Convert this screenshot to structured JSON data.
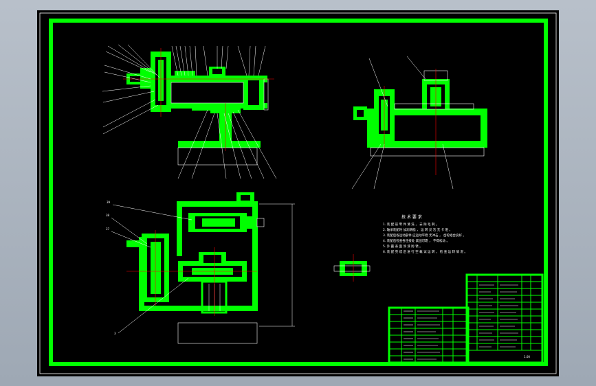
{
  "drawing": {
    "part_labels": [
      "39",
      "38",
      "37",
      "3"
    ],
    "notes_title": "技 术 要 求",
    "notes": [
      "1. 装 配 前 零 件 清 洗 ，  去 除 毛 刺 。",
      "2. 轴承装配时 加润滑脂 ，  运 转 灵 活 无 卡 阻 。",
      "3. 装配后各运动部件 应运动平稳 无冲击 ，  齿轮啮合良好 。",
      "4. 装配后检查各连接处 紧固可靠 ，  不得松动 。",
      "5. 外 露 表 面 涂 漆 防 锈 。",
      "6. 装 配 完 成 后 进 行 空 载 试 运 转 ， 检 查 运 转 情 况 。"
    ],
    "sheet_mark": "1.00"
  },
  "colors": {
    "frame": "#00ff00",
    "part_fill": "#00ff00",
    "lines": "#ffffff",
    "center_lines": "#ff0000",
    "background": "#000000"
  }
}
